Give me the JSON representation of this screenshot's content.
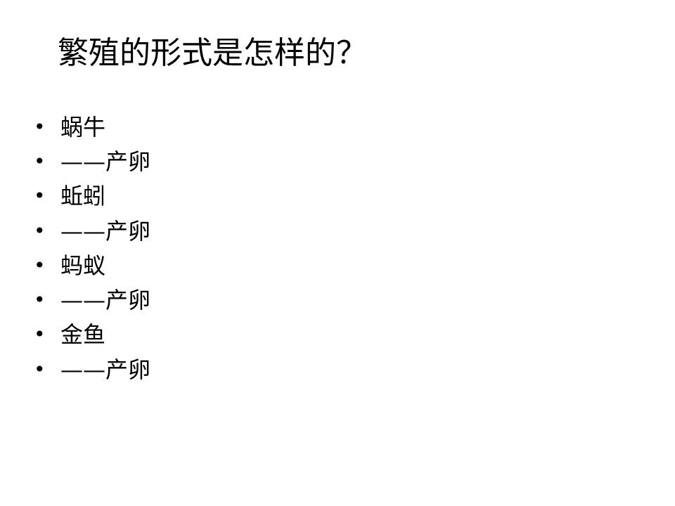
{
  "slide": {
    "title": "繁殖的形式是怎样的？",
    "bullet_symbol": "•",
    "items": [
      "蜗牛",
      "——产卵",
      "蚯蚓",
      "——产卵",
      "蚂蚁",
      "——产卵",
      "金鱼",
      "——产卵"
    ]
  }
}
